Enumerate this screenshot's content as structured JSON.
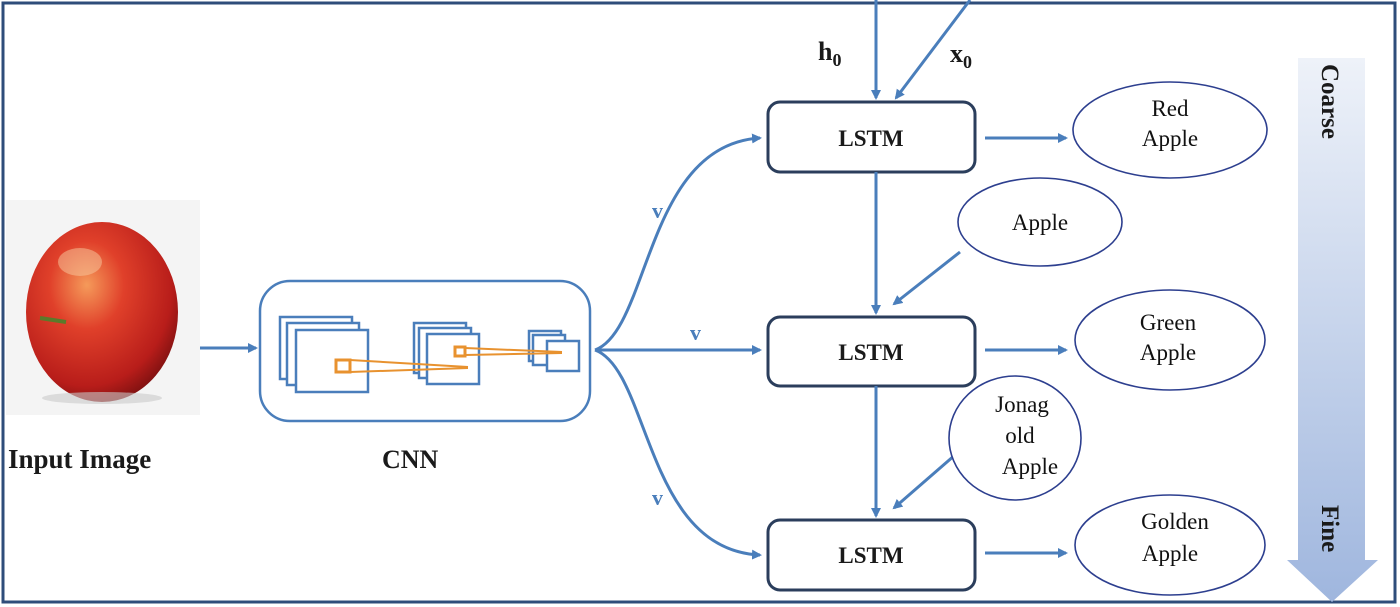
{
  "input_label": "Input Image",
  "cnn_label": "CNN",
  "v_label": "v",
  "h0": {
    "base": "h",
    "sub": "0"
  },
  "x0": {
    "base": "x",
    "sub": "0"
  },
  "lstm_label": "LSTM",
  "outputs": [
    {
      "line1": "Red",
      "line2": "Apple"
    },
    {
      "line1": "Green",
      "line2": "Apple"
    },
    {
      "line1": "Golden",
      "line2": "Apple"
    }
  ],
  "inputs": [
    {
      "line1": "Apple"
    },
    {
      "line1": "Jonag",
      "line2": "old",
      "line3": "Apple"
    }
  ],
  "scale": {
    "top": "Coarse",
    "bottom": "Fine"
  },
  "colors": {
    "line": "#4a7ebb",
    "border": "#2b3e5c",
    "accent": "#e8922f",
    "frame": "#2f4d7a"
  },
  "image_icon": "red-apple-photo"
}
